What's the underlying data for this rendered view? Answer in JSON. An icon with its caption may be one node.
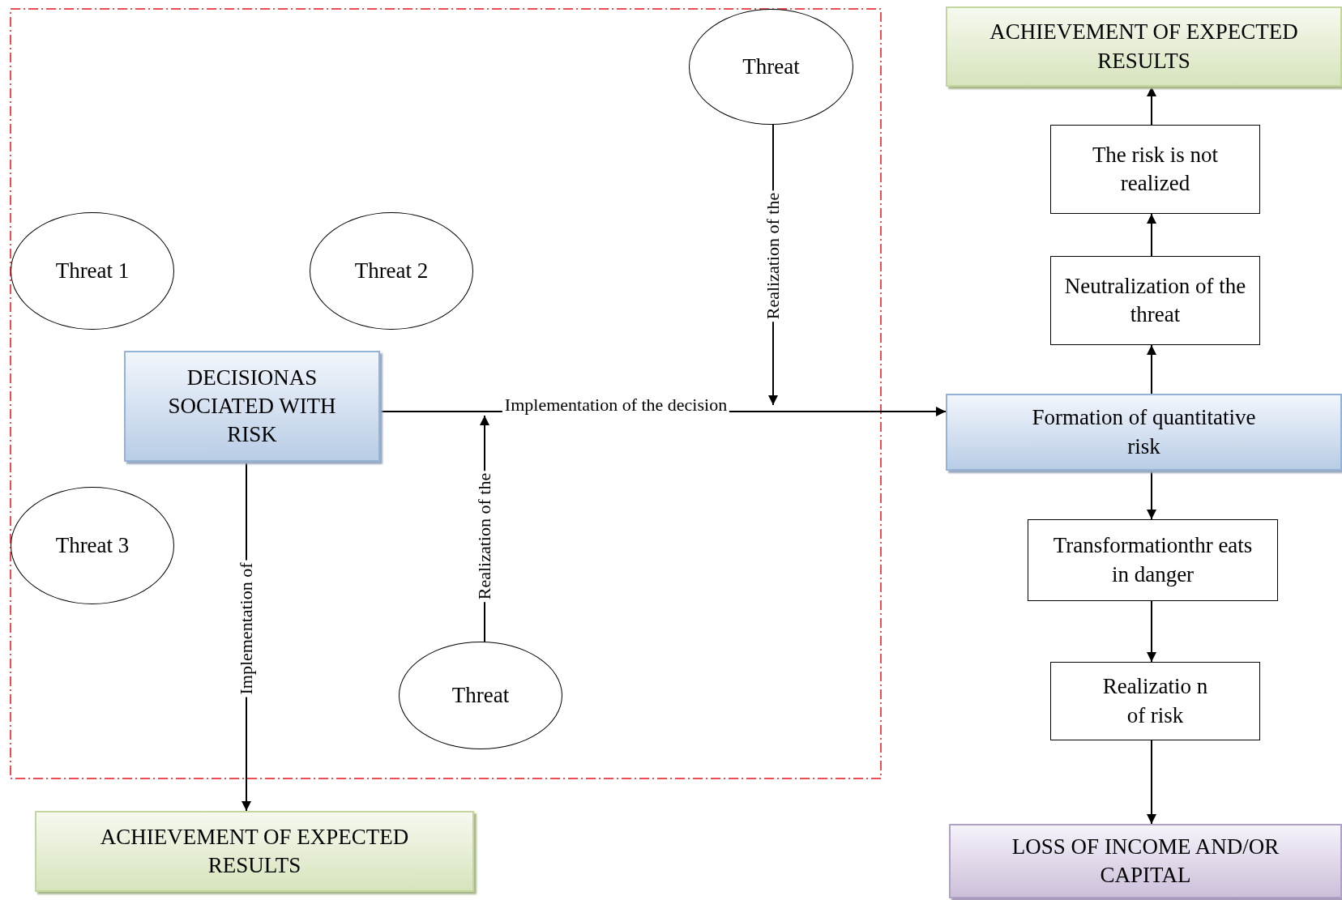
{
  "diagram": {
    "nodes": [
      {
        "text": [
          "Threat"
        ]
      },
      {
        "text": [
          "Threat 1"
        ]
      },
      {
        "text": [
          "Threat 2"
        ]
      },
      {
        "text": [
          "DECISIONAS SOCIATED WITH RISK"
        ]
      },
      {
        "text": [
          "Threat 3"
        ]
      },
      {
        "text": [
          "Threat"
        ]
      },
      {
        "text": [
          "ACHIEVEMENT OF EXPECTED RESULTS"
        ]
      },
      {
        "text": [
          "ACHIEVEMENT OF EXPECTED RESULTS"
        ]
      },
      {
        "text": [
          "The risk is not realized"
        ]
      },
      {
        "text": [
          "Neutralization of the threat"
        ]
      },
      {
        "text": [
          "Formation of quantitative risk"
        ]
      },
      {
        "text": [
          "Transformationthr eats in danger"
        ]
      },
      {
        "text": [
          "Realizatio n of risk"
        ]
      },
      {
        "text": [
          "LOSS OF INCOME AND/OR CAPITAL"
        ]
      }
    ],
    "edges": [
      {
        "from": 3,
        "to": 10,
        "arrow": "to",
        "label": "Implementation of the decision"
      },
      {
        "from": 0,
        "to": null,
        "arrow": "to",
        "label": "Realization of the"
      },
      {
        "from": 5,
        "to": null,
        "arrow": "to",
        "label": "Realization of the"
      },
      {
        "from": 3,
        "to": 6,
        "arrow": "to",
        "label": "Implementation of"
      },
      {
        "from": 10,
        "to": 9,
        "arrow": "to"
      },
      {
        "from": 9,
        "to": 8,
        "arrow": "to"
      },
      {
        "from": 8,
        "to": 7,
        "arrow": "to"
      },
      {
        "from": 10,
        "to": 11,
        "arrow": "to"
      },
      {
        "from": 11,
        "to": 12,
        "arrow": "to"
      },
      {
        "from": 12,
        "to": 13,
        "arrow": "to"
      }
    ]
  }
}
